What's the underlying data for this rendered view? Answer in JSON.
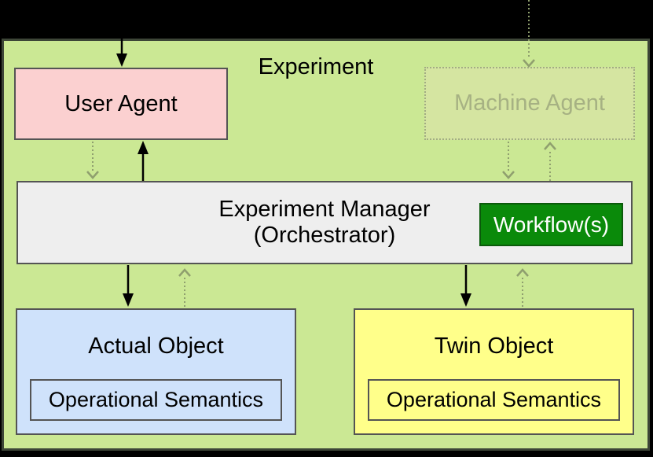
{
  "diagram": {
    "title": "Experiment",
    "nodes": {
      "user_agent": {
        "label": "User Agent"
      },
      "machine_agent": {
        "label": "Machine Agent",
        "state": "inactive"
      },
      "experiment_manager": {
        "label_line1": "Experiment Manager",
        "label_line2": "(Orchestrator)"
      },
      "workflow": {
        "label": "Workflow(s)"
      },
      "actual_object": {
        "label": "Actual Object",
        "sub_label": "Operational Semantics"
      },
      "twin_object": {
        "label": "Twin Object",
        "sub_label": "Operational Semantics"
      }
    },
    "edges": [
      {
        "id": "external-to-user-agent",
        "from": "external-top",
        "to": "user_agent",
        "style": "solid"
      },
      {
        "id": "external-to-machine-agent",
        "from": "external-top",
        "to": "machine_agent",
        "style": "dotted"
      },
      {
        "id": "user-agent-to-manager",
        "from": "user_agent",
        "to": "experiment_manager",
        "style": "dotted"
      },
      {
        "id": "manager-to-user-agent",
        "from": "experiment_manager",
        "to": "user_agent",
        "style": "solid"
      },
      {
        "id": "machine-agent-to-manager",
        "from": "machine_agent",
        "to": "experiment_manager",
        "style": "dotted"
      },
      {
        "id": "manager-to-machine-agent",
        "from": "experiment_manager",
        "to": "machine_agent",
        "style": "dotted"
      },
      {
        "id": "manager-to-actual-object",
        "from": "experiment_manager",
        "to": "actual_object",
        "style": "solid"
      },
      {
        "id": "actual-object-to-manager",
        "from": "actual_object",
        "to": "experiment_manager",
        "style": "dotted"
      },
      {
        "id": "manager-to-twin-object",
        "from": "experiment_manager",
        "to": "twin_object",
        "style": "solid"
      },
      {
        "id": "twin-object-to-manager",
        "from": "twin_object",
        "to": "experiment_manager",
        "style": "dotted"
      }
    ],
    "colors": {
      "canvas_background": "#000000",
      "experiment_background": "#cbe894",
      "experiment_border": "#3d4637",
      "user_agent_fill": "#fbd0d0",
      "machine_agent_fill": "#d5e5a1",
      "machine_agent_border": "#a2ad83",
      "machine_agent_text": "#a6b183",
      "manager_fill": "#eeeeee",
      "workflow_fill": "#0a8a0a",
      "workflow_border": "#0a5a0a",
      "workflow_text": "#ffffff",
      "actual_object_fill": "#cfe2fb",
      "twin_object_fill": "#ffff8a",
      "box_border": "#545454",
      "solid_arrow": "#000000",
      "dotted_arrow": "#8f9f6e"
    }
  }
}
